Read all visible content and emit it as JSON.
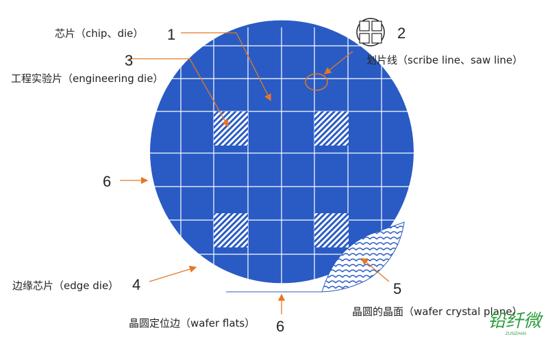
{
  "labels": {
    "chip": "芯片（chip、die）",
    "chip_num": "1",
    "scribe_num": "2",
    "scribe": "划片线（scribe line、saw line）",
    "eng_num": "3",
    "eng": "工程实验片（engineering die）",
    "flat_left_num": "6",
    "edge": "边缘芯片（edge die）",
    "edge_num": "4",
    "plane_num": "5",
    "plane": "晶圆的晶面（wafer crystal plane）",
    "flats": "晶圆定位边（wafer flats）",
    "flats_num": "6"
  },
  "colors": {
    "wafer": "#2a5bc4",
    "grid": "#ffffff",
    "arrow": "#e87722",
    "text": "#222222",
    "logo": "#2e9d3e"
  },
  "logo": {
    "text": "铅纤微",
    "sub": "ZUSIZHAN"
  }
}
